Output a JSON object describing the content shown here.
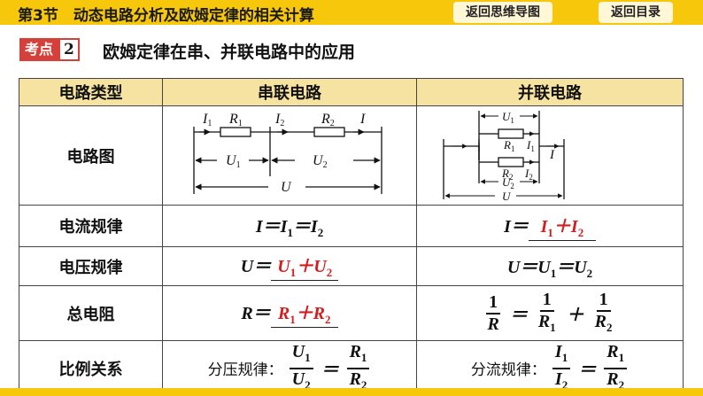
{
  "header": {
    "title": "第3节　动态电路分析及欧姆定律的相关计算",
    "nav_mindmap": "返回思维导图",
    "nav_toc": "返回目录"
  },
  "topic": {
    "label": "考点",
    "number": "2",
    "title": "欧姆定律在串、并联电路中的应用"
  },
  "table": {
    "headers": [
      "电路类型",
      "串联电路",
      "并联电路"
    ],
    "rows": {
      "diagram": "电路图",
      "current": "电流规律",
      "voltage": "电压规律",
      "resistance": "总电阻",
      "ratio": "比例关系"
    },
    "ratio_series_text": "分压规律：",
    "ratio_parallel_text": "分流规律："
  },
  "series_diagram": {
    "I1": "I",
    "I1_sub": "1",
    "R1": "R",
    "R1_sub": "1",
    "I2": "I",
    "I2_sub": "2",
    "R2": "R",
    "R2_sub": "2",
    "I": "I",
    "U1": "U",
    "U1_sub": "1",
    "U2": "U",
    "U2_sub": "2",
    "U": "U"
  },
  "parallel_diagram": {
    "U1": "U",
    "U1_sub": "1",
    "R1": "R",
    "R1_sub": "1",
    "I1": "I",
    "I1_sub": "1",
    "R2": "R",
    "R2_sub": "2",
    "I2": "I",
    "I2_sub": "2",
    "U2": "U",
    "U2_sub": "2",
    "I": "I",
    "U": "U"
  },
  "colors": {
    "header_bar": "#f6c70a",
    "table_header_bg": "#f7e3a1",
    "topic_red": "#d6403a",
    "answer_red": "#d21e1e"
  }
}
